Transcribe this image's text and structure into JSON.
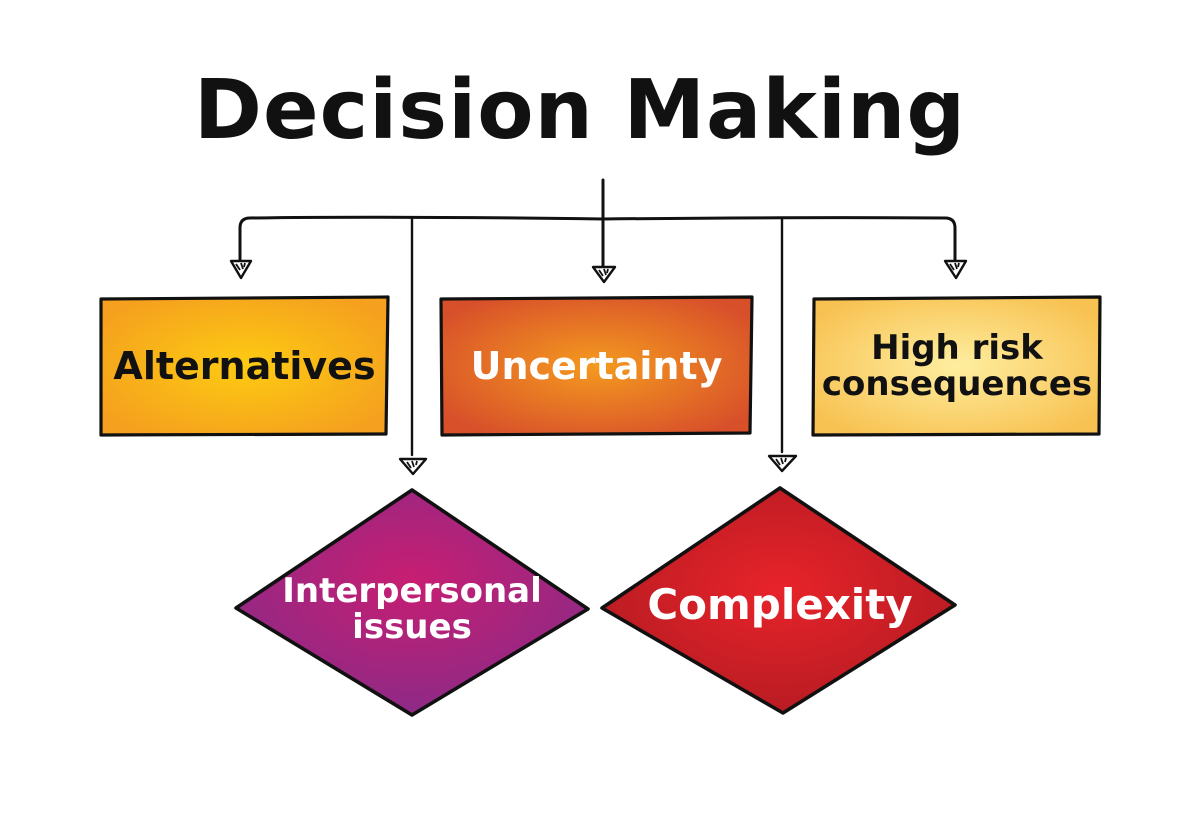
{
  "title": "Decision Making",
  "colors": {
    "line": "#111111",
    "alternatives": [
      "#fcc715",
      "#f5a31d"
    ],
    "uncertainty": [
      "#f3961f",
      "#d9532a"
    ],
    "high_risk": [
      "#fdeb9a",
      "#f8c354"
    ],
    "interpersonal": [
      "#c31f76",
      "#8e2a85"
    ],
    "complexity": [
      "#e42327",
      "#b81a22"
    ]
  },
  "nodes": {
    "alternatives": {
      "label": "Alternatives",
      "shape": "rectangle",
      "text_color": "#111111"
    },
    "uncertainty": {
      "label": "Uncertainty",
      "shape": "rectangle",
      "text_color": "#ffffff"
    },
    "high_risk": {
      "label_line1": "High risk",
      "label_line2": "consequences",
      "shape": "rectangle",
      "text_color": "#111111"
    },
    "interpersonal": {
      "label_line1": "Interpersonal",
      "label_line2": "issues",
      "shape": "diamond",
      "text_color": "#ffffff"
    },
    "complexity": {
      "label": "Complexity",
      "shape": "diamond",
      "text_color": "#ffffff"
    }
  },
  "edges": [
    {
      "from": "Decision Making",
      "to": "Alternatives"
    },
    {
      "from": "Decision Making",
      "to": "Uncertainty"
    },
    {
      "from": "Decision Making",
      "to": "High risk consequences"
    },
    {
      "from": "Decision Making",
      "to": "Interpersonal issues"
    },
    {
      "from": "Decision Making",
      "to": "Complexity"
    }
  ]
}
